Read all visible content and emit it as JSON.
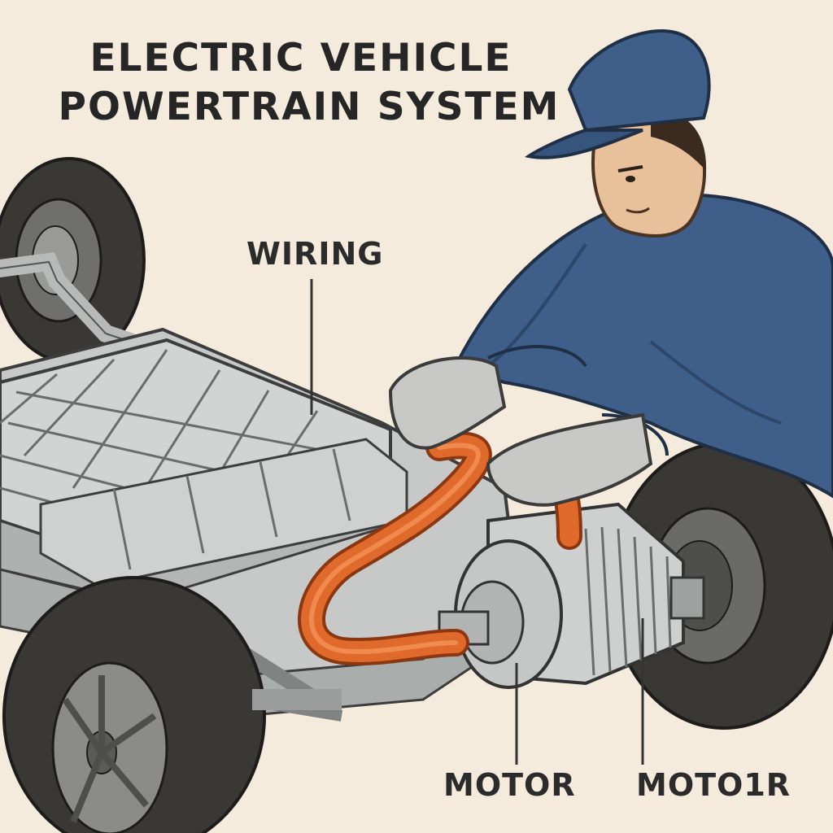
{
  "title": {
    "line1": "ELECTRIC VEHICLE",
    "line2": "POWERTRAIN SYSTEM"
  },
  "labels": {
    "wiring": "WIRING",
    "motor": "MOTOR",
    "motor_duplicate": "MOTO1R"
  },
  "colors": {
    "background": "#f4ebdd",
    "ink": "#262626",
    "chassis": "#c9cccb",
    "battery_cell": "#d4d6d5",
    "cable": "#e06a2c",
    "uniform": "#3f5f8a",
    "glove": "#c8c8c6",
    "tire": "#3a3835",
    "skin": "#e8c09a"
  }
}
